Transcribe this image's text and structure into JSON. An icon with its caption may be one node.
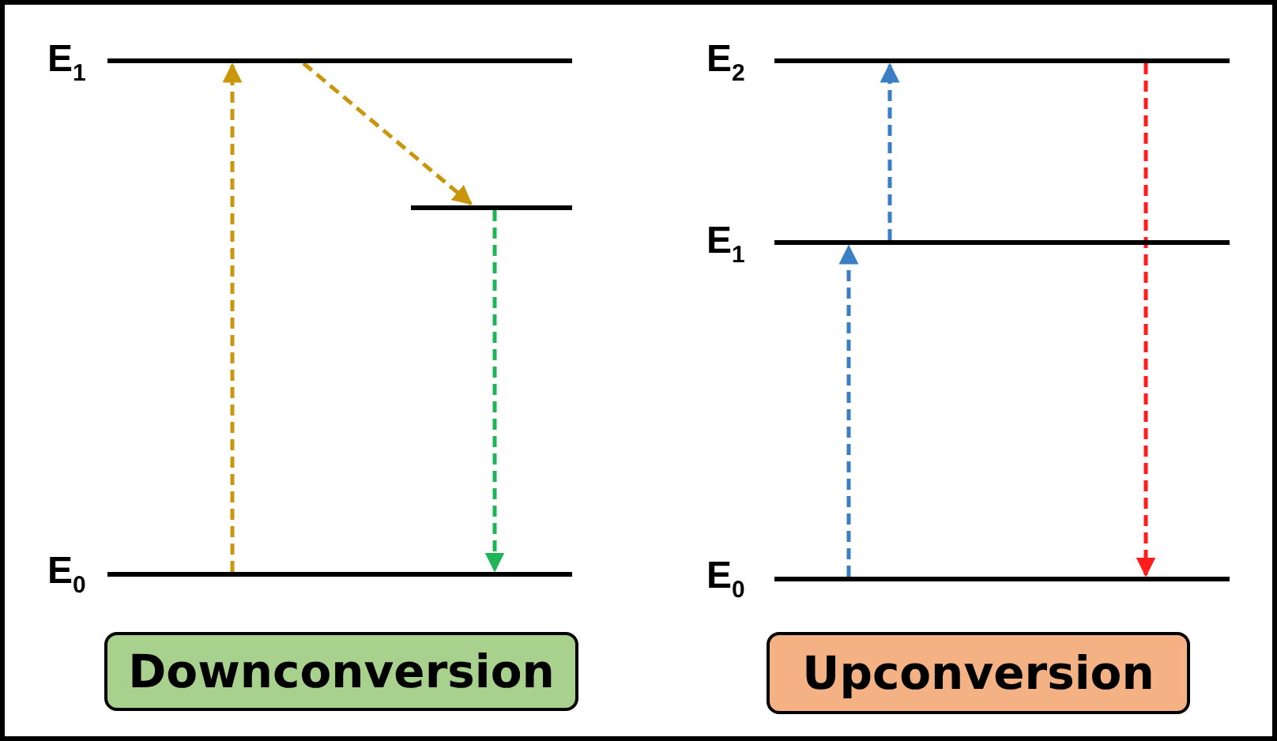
{
  "diagram": {
    "nodes": [
      {
        "text": [],
        "shape": "bar",
        "beside": [
          "E$_{1}$"
        ]
      },
      {
        "text": [],
        "shape": "bar"
      },
      {
        "text": [],
        "shape": "bar",
        "beside": [
          "E$_{0}$"
        ]
      },
      {
        "text": [],
        "shape": "bar",
        "beside": [
          "E$_{2}$"
        ]
      },
      {
        "text": [],
        "shape": "bar",
        "beside": [
          "E$_{1}$"
        ]
      },
      {
        "text": [],
        "shape": "bar",
        "beside": [
          "E$_{0}$"
        ]
      },
      {
        "text": [
          "Downconversion"
        ]
      },
      {
        "text": [
          "Upconversion"
        ]
      }
    ],
    "edges": [
      {
        "from": 2,
        "to": 0,
        "arrow": "to",
        "style": "dashed",
        "color": "#c9960c"
      },
      {
        "from": 0,
        "to": 1,
        "arrow": "to",
        "style": "dashed",
        "color": "#c9960c"
      },
      {
        "from": 1,
        "to": 2,
        "arrow": "to",
        "style": "dashed",
        "color": "#1fb457"
      },
      {
        "from": 5,
        "to": 4,
        "arrow": "to",
        "style": "dashed",
        "color": "#3a7fc6"
      },
      {
        "from": 4,
        "to": 3,
        "arrow": "to",
        "style": "dashed",
        "color": "#3a7fc6"
      },
      {
        "from": 3,
        "to": 5,
        "arrow": "to",
        "style": "dashed",
        "color": "#ff1c1c"
      }
    ]
  }
}
